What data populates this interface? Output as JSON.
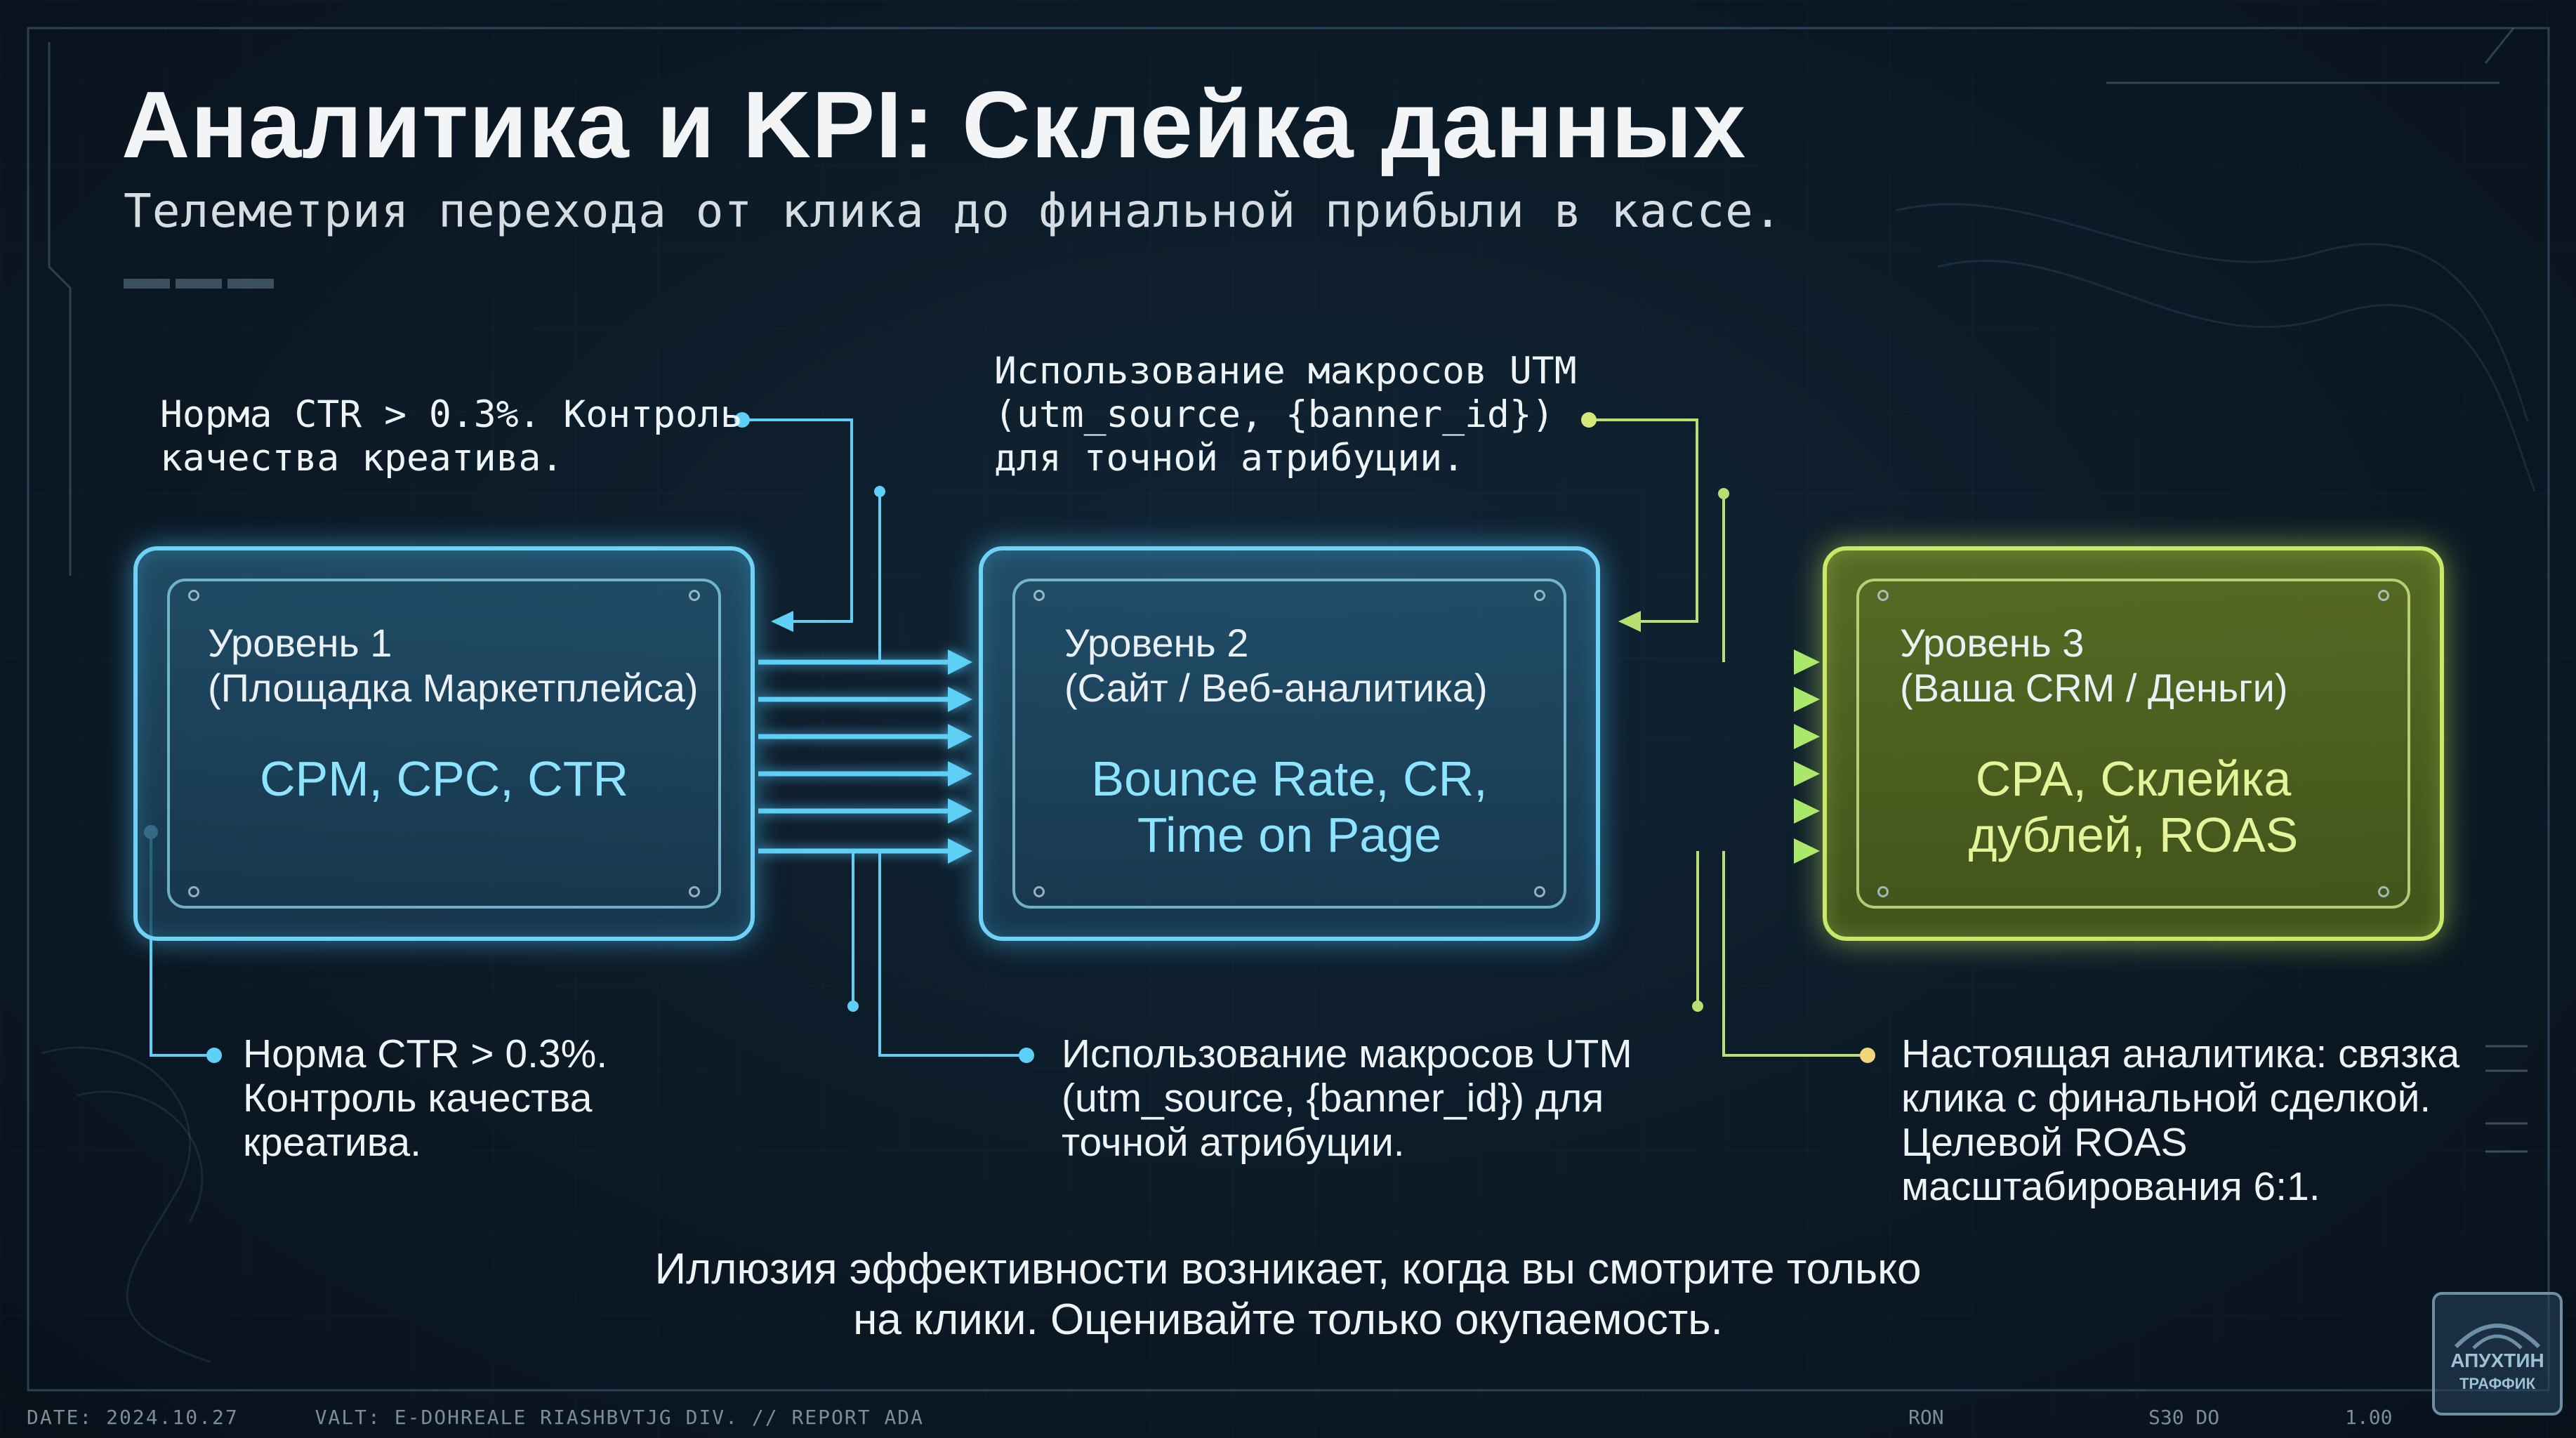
{
  "header": {
    "title": "Аналитика и KPI: Склейка данных",
    "subtitle": "Телеметрия перехода от клика до финальной прибыли в кассе."
  },
  "levels": [
    {
      "label_line1": "Уровень 1",
      "label_line2": "(Площадка Маркетплейса)",
      "metrics_line1": "CPM, CPC, CTR",
      "metrics_line2": "",
      "color": "#6fd2f5"
    },
    {
      "label_line1": "Уровень 2",
      "label_line2": "(Сайт / Веб-аналитика)",
      "metrics_line1": "Bounce Rate, CR,",
      "metrics_line2": "Time on Page",
      "color": "#6fd2f5"
    },
    {
      "label_line1": "Уровень 3",
      "label_line2": "(Ваша CRM / Деньги)",
      "metrics_line1": "CPA, Склейка",
      "metrics_line2": "дублей, ROAS",
      "color": "#c8e86a"
    }
  ],
  "notes_top": [
    {
      "line1": "Норма CTR > 0.3%. Контроль",
      "line2": "качества креатива.",
      "line3": ""
    },
    {
      "line1": "Использование макросов UTM",
      "line2": "(utm_source, {banner_id})",
      "line3": "для точной атрибуции."
    }
  ],
  "notes_bottom": [
    {
      "line1": "Норма CTR > 0.3%.",
      "line2": "Контроль качества",
      "line3": "креатива.",
      "line4": ""
    },
    {
      "line1": "Использование макросов UTM",
      "line2": "(utm_source, {banner_id}) для",
      "line3": "точной атрибуции.",
      "line4": ""
    },
    {
      "line1": "Настоящая аналитика: связка",
      "line2": "клика с финальной сделкой.",
      "line3": "Целевой ROAS",
      "line4": "масштабирования 6:1."
    }
  ],
  "footer": {
    "quote_line1": "Иллюзия эффективности возникает, когда вы смотрите только",
    "quote_line2": "на клики. Оценивайте только окупаемость."
  },
  "statusbar": {
    "date": "DATE: 2024.10.27",
    "valt": "VALT: E-DOHREALE RIASHBVTJG DIV. // REPORT ADA",
    "right1": "RON",
    "right2": "S30 DO",
    "right3": "1.00"
  },
  "logo": {
    "line1": "АПУХТИН",
    "line2": "ТРАФФИК"
  },
  "colors": {
    "background": "#0d1a26",
    "blue_accent": "#6fd2f5",
    "green_accent": "#c8e86a",
    "blue_metric": "#8ee4ff",
    "green_metric": "#e4f49a"
  }
}
